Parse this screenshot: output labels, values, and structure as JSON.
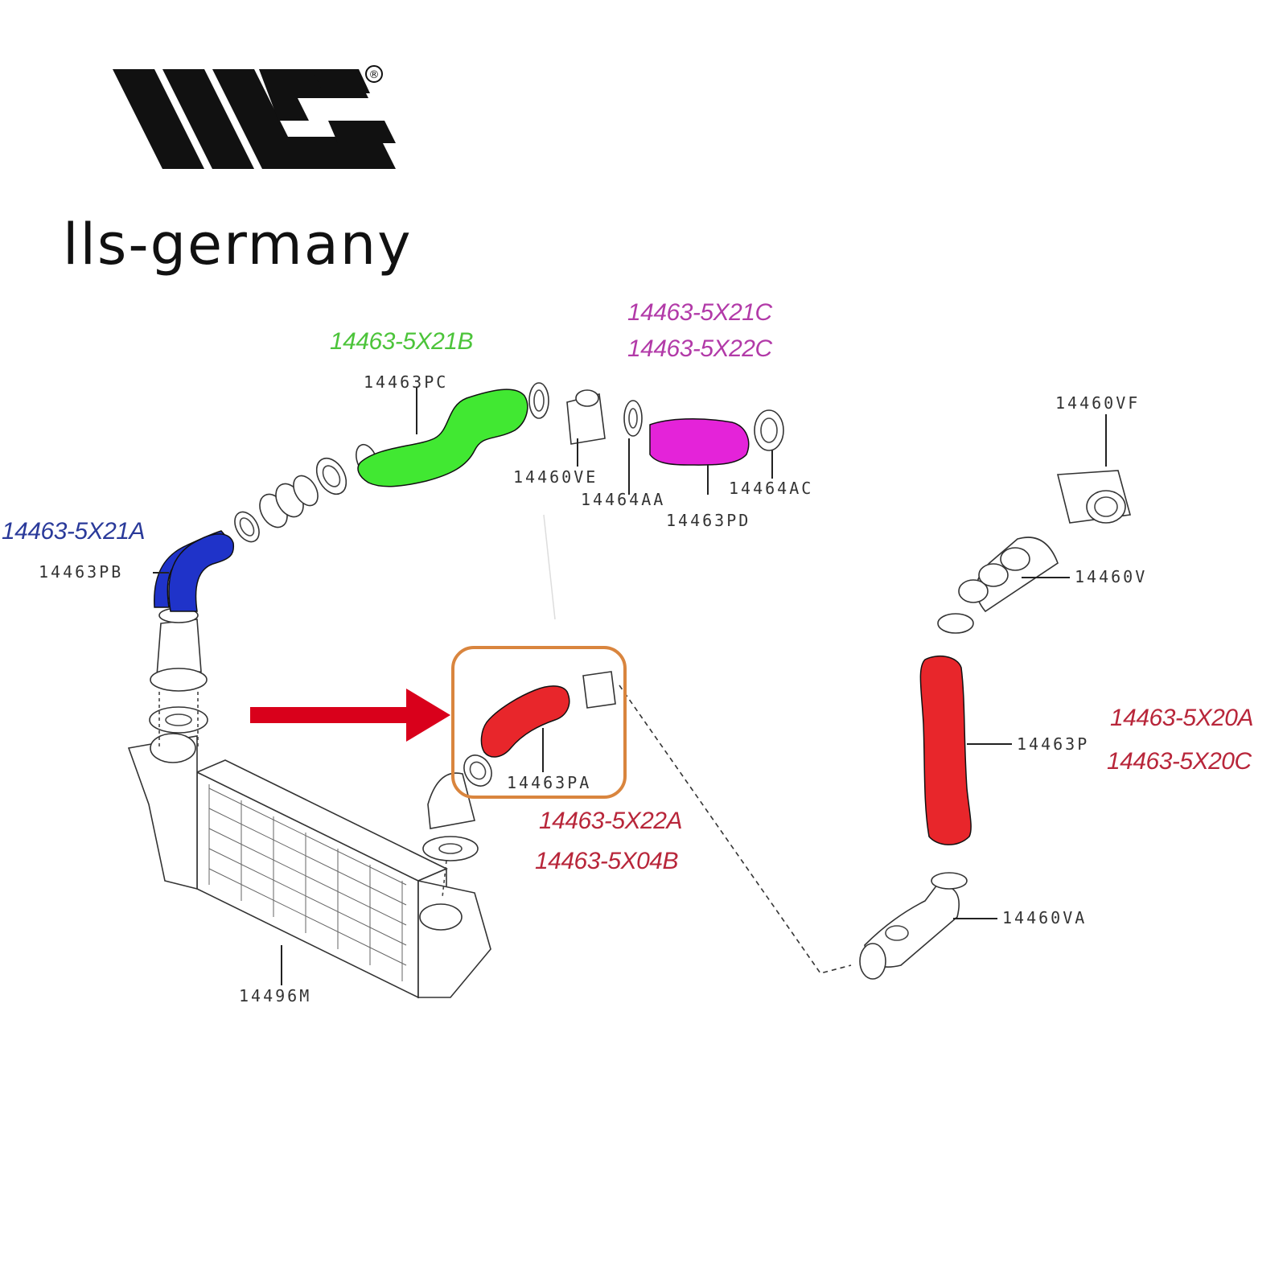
{
  "brand": {
    "name": "lls-germany",
    "registered_mark": "®",
    "logo": "lls-logo"
  },
  "colors": {
    "blue": "#1f33c9",
    "green": "#41e832",
    "magenta": "#e423d9",
    "red": "#e8262b",
    "blue_text": "#2a3a9a",
    "green_text": "#4cc43a",
    "magenta_text": "#b23aa8",
    "red_text": "#b8263a",
    "highlight_box": "#d9853e",
    "arrow": "#d9001b"
  },
  "diagram": {
    "highlighted_part": "14463PA",
    "oem_numbers": {
      "blue": [
        "14463-5X21A"
      ],
      "green": [
        "14463-5X21B"
      ],
      "magenta": [
        "14463-5X21C",
        "14463-5X22C"
      ],
      "red_highlight": [
        "14463-5X22A",
        "14463-5X04B"
      ],
      "red_right": [
        "14463-5X20A",
        "14463-5X20C"
      ]
    },
    "callouts": {
      "pc": "14463PC",
      "pb": "14463PB",
      "ve": "14460VE",
      "aa": "14464AA",
      "pd": "14463PD",
      "ac": "14464AC",
      "vf": "14460VF",
      "v": "14460V",
      "p": "14463P",
      "va": "14460VA",
      "pa": "14463PA",
      "m": "14496M"
    }
  }
}
